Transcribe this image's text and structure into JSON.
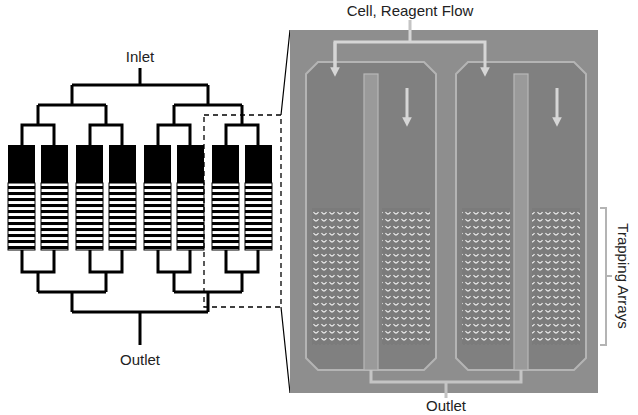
{
  "diagram": {
    "labels": [
      "Inlet",
      "Outlet",
      "Cell, Reagent Flow",
      "Trapping Arrays",
      "Outlet"
    ]
  }
}
